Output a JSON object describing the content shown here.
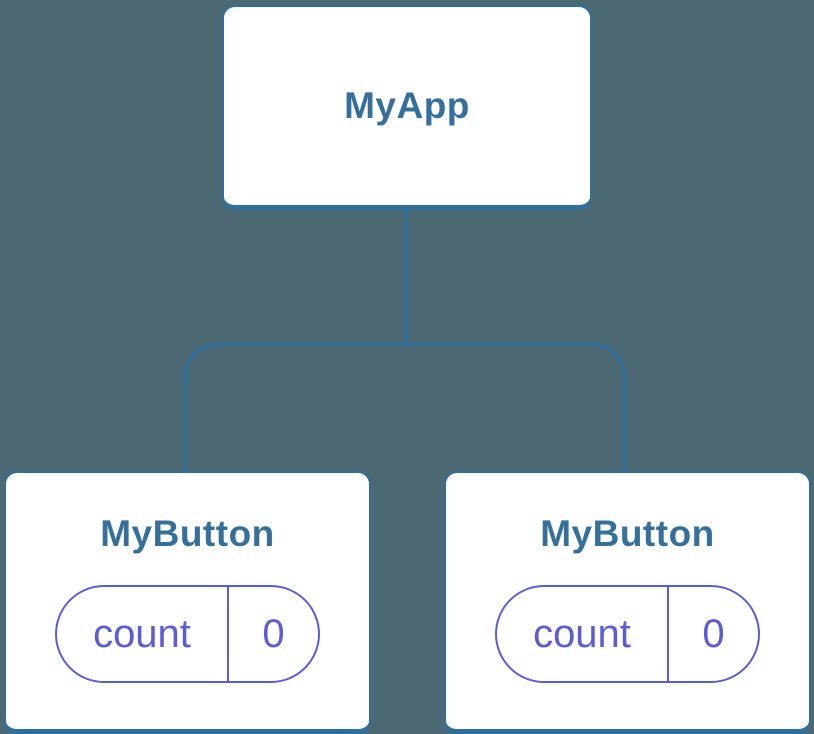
{
  "colors": {
    "background": "#4C6973",
    "connector": "#2E6F9E",
    "node_border": "#2E6F9E",
    "node_fill": "#FFFFFF",
    "node_title": "#35709C",
    "state_purple": "#5C5CD9"
  },
  "tree": {
    "root": {
      "title": "MyApp"
    },
    "children": [
      {
        "title": "MyButton",
        "state": {
          "key": "count",
          "value": "0"
        }
      },
      {
        "title": "MyButton",
        "state": {
          "key": "count",
          "value": "0"
        }
      }
    ]
  }
}
